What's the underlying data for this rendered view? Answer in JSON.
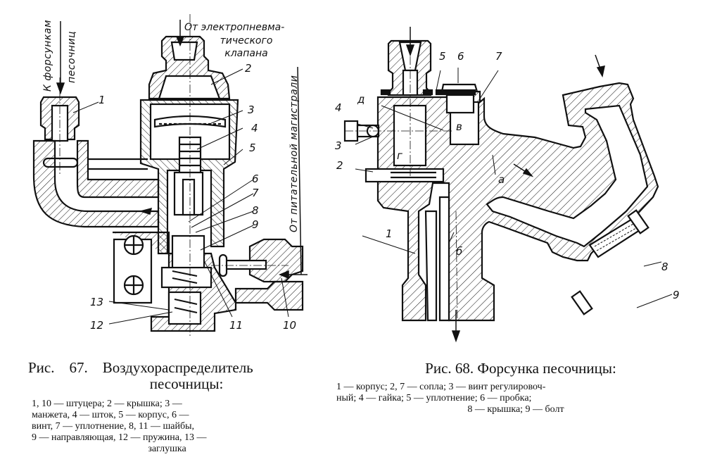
{
  "figure67": {
    "caption": {
      "prefix": "Рис.",
      "number": "67.",
      "title": "Воздухораспределитель",
      "title_line2": "песочницы:",
      "legend_lines": [
        "1, 10 — штуцера; 2 — крышка; 3 —",
        "манжета, 4 — шток, 5 — корпус, 6 —",
        "винт, 7 — уплотнение, 8, 11 — шайбы,",
        "9 — направляющая, 12 — пружина, 13 —",
        "заглушка"
      ]
    },
    "annotations": {
      "to_sanders": "К форсункам",
      "to_sanders_2": "песочниц",
      "from_valve_1": "От электропневма-",
      "from_valve_2": "тического",
      "from_valve_3": "клапана",
      "from_main": "От питательной магистрали"
    },
    "part_labels": [
      "1",
      "2",
      "3",
      "4",
      "5",
      "6",
      "7",
      "8",
      "9",
      "10",
      "11",
      "12",
      "13"
    ]
  },
  "figure68": {
    "caption": {
      "title": "Рис. 68. Форсунка песочницы:",
      "legend_lines": [
        "1 — корпус; 2, 7 — сопла; 3 — винт регулировоч-",
        "ный; 4 — гайка; 5 — уплотнение; 6 — пробка;",
        "8 — крышка; 9 — болт"
      ]
    },
    "part_labels": [
      "1",
      "2",
      "3",
      "4",
      "5",
      "6",
      "7",
      "8",
      "9"
    ],
    "channel_labels": [
      "д",
      "в",
      "г",
      "а",
      "б"
    ]
  }
}
